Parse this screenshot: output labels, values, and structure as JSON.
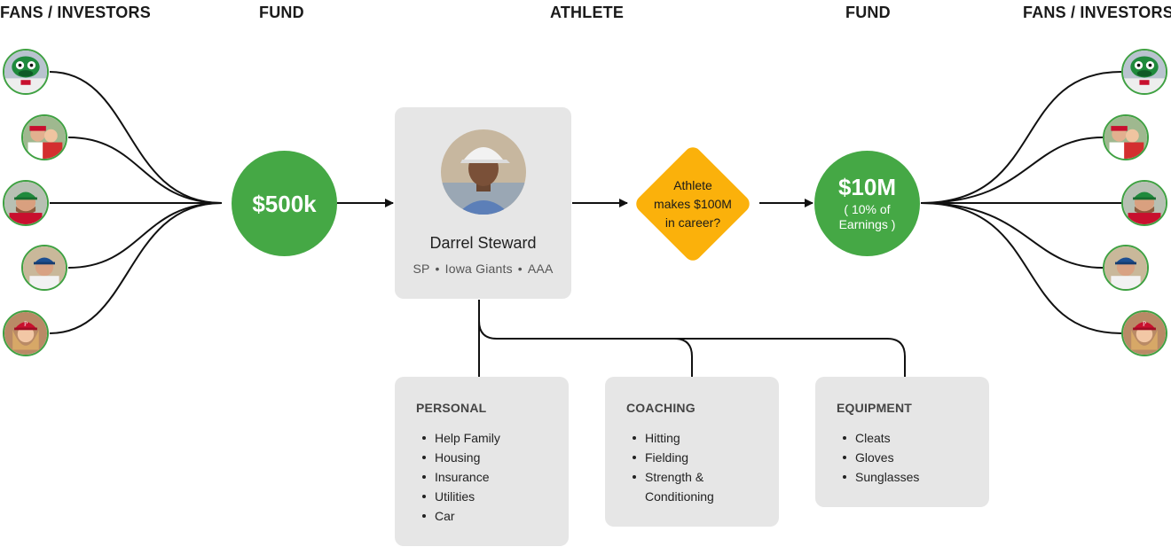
{
  "headers": {
    "fans_left": "FANS / INVESTORS",
    "fund_left": "FUND",
    "athlete": "ATHLETE",
    "fund_right": "FUND",
    "fans_right": "FANS / INVESTORS"
  },
  "fund_in": {
    "amount": "$500k"
  },
  "athlete": {
    "name": "Darrel Steward",
    "position": "SP",
    "team": "Iowa Giants",
    "level": "AAA",
    "separator": "•"
  },
  "decision": {
    "line1": "Athlete",
    "line2": "makes $100M",
    "line3": "in career?"
  },
  "fund_out": {
    "amount": "$10M",
    "note_line1": "( 10% of",
    "note_line2": "Earnings )"
  },
  "categories": [
    {
      "title": "PERSONAL",
      "items": [
        "Help Family",
        "Housing",
        "Insurance",
        "Utilities",
        "Car"
      ]
    },
    {
      "title": "COACHING",
      "items": [
        "Hitting",
        "Fielding",
        "Strength &",
        "Conditioning"
      ]
    },
    {
      "title": "EQUIPMENT",
      "items": [
        "Cleats",
        "Gloves",
        "Sunglasses"
      ]
    }
  ],
  "colors": {
    "fund_green": "#45a845",
    "avatar_border": "#3fa142",
    "decision_yellow": "#fbb10b",
    "card_gray": "#e6e6e6"
  },
  "investors": [
    {
      "icon": "mascot-investor-avatar"
    },
    {
      "icon": "family-investor-avatar"
    },
    {
      "icon": "man-green-cap-investor-avatar"
    },
    {
      "icon": "man-blue-cap-investor-avatar"
    },
    {
      "icon": "woman-red-cap-investor-avatar"
    }
  ]
}
